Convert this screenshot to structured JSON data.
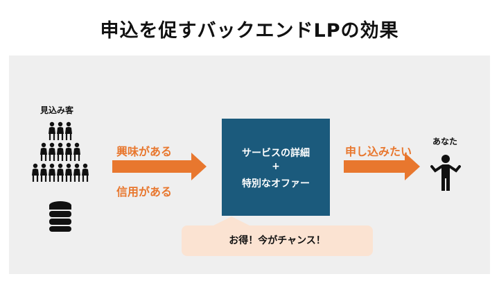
{
  "title": "申込を促すバックエンドLPの効果",
  "left": {
    "label": "見込み客"
  },
  "arrow1": {
    "top_label": "興味がある",
    "bottom_label": "信用がある"
  },
  "center_box": {
    "line1": "サービスの詳細",
    "plus": "+",
    "line2": "特別なオファー"
  },
  "bubble": {
    "text": "お得！今がチャンス！"
  },
  "arrow2": {
    "label": "申し込みたい"
  },
  "right": {
    "label": "あなた"
  },
  "colors": {
    "orange": "#e8772e",
    "navy": "#1b5a7c",
    "panel": "#efefef",
    "bubble": "#fbe3d2"
  },
  "icons": [
    "people-pyramid-icon",
    "database-icon",
    "person-shrug-icon"
  ]
}
